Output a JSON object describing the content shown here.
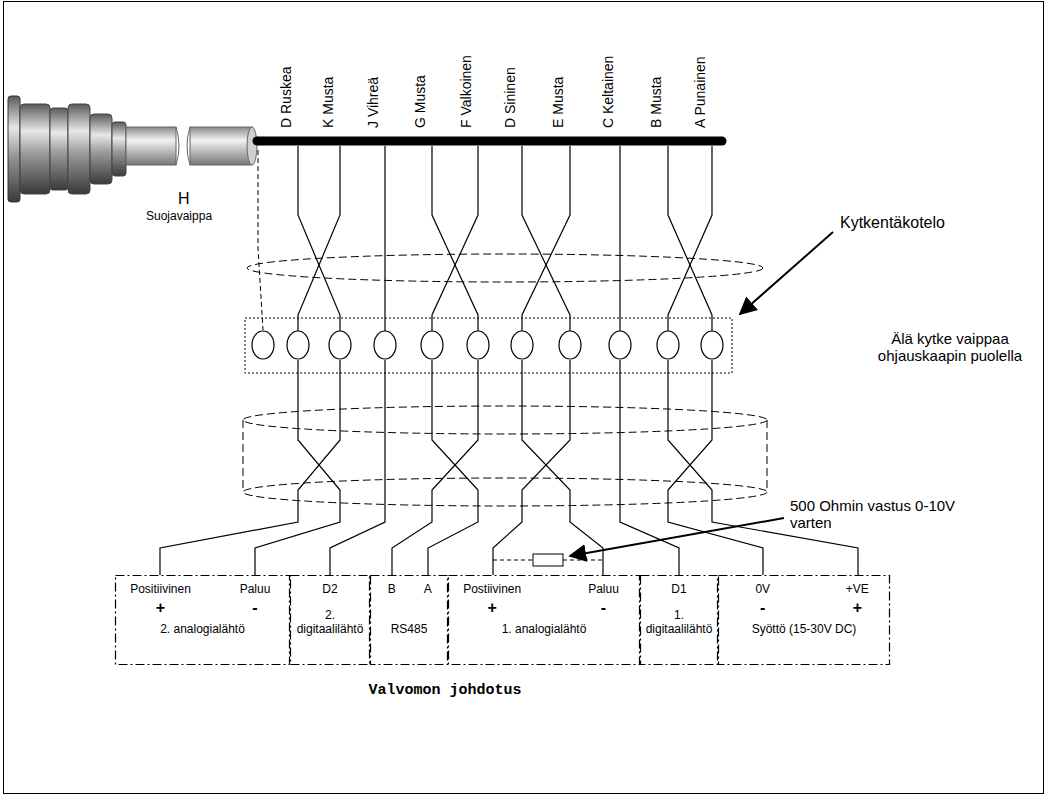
{
  "diagram": {
    "caption": "Valvomon johdotus",
    "nodes": [
      {
        "text": [
          "Positiivinen",
          "Paluu",
          "+",
          "-",
          "2. analogialähtö"
        ]
      },
      {
        "text": [
          "D2",
          "2. digitaalilähtö"
        ]
      },
      {
        "text": [
          "B",
          "A",
          "RS485"
        ]
      },
      {
        "text": [
          "Postiivinen",
          "Paluu",
          "+",
          "-",
          "1. analogialähtö"
        ]
      },
      {
        "text": [
          "D1",
          "1. digitaalilähtö"
        ]
      },
      {
        "text": [
          "0V",
          "+VE",
          "-",
          "+",
          "Syöttö (15-30V DC)"
        ]
      }
    ],
    "labels": [
      "D Ruskea",
      "K Musta",
      "J Vihreä",
      "G Musta",
      "F Valkoinen",
      "D Sininen",
      "E Musta",
      "C Keltainen",
      "B Musta",
      "A Punainen",
      "H",
      "Suojavaippa",
      "Kytkentäkotelo",
      "Älä kytke vaippaa ohjauskaapin puolella",
      "500 Ohmin vastus 0-10V varten"
    ]
  }
}
